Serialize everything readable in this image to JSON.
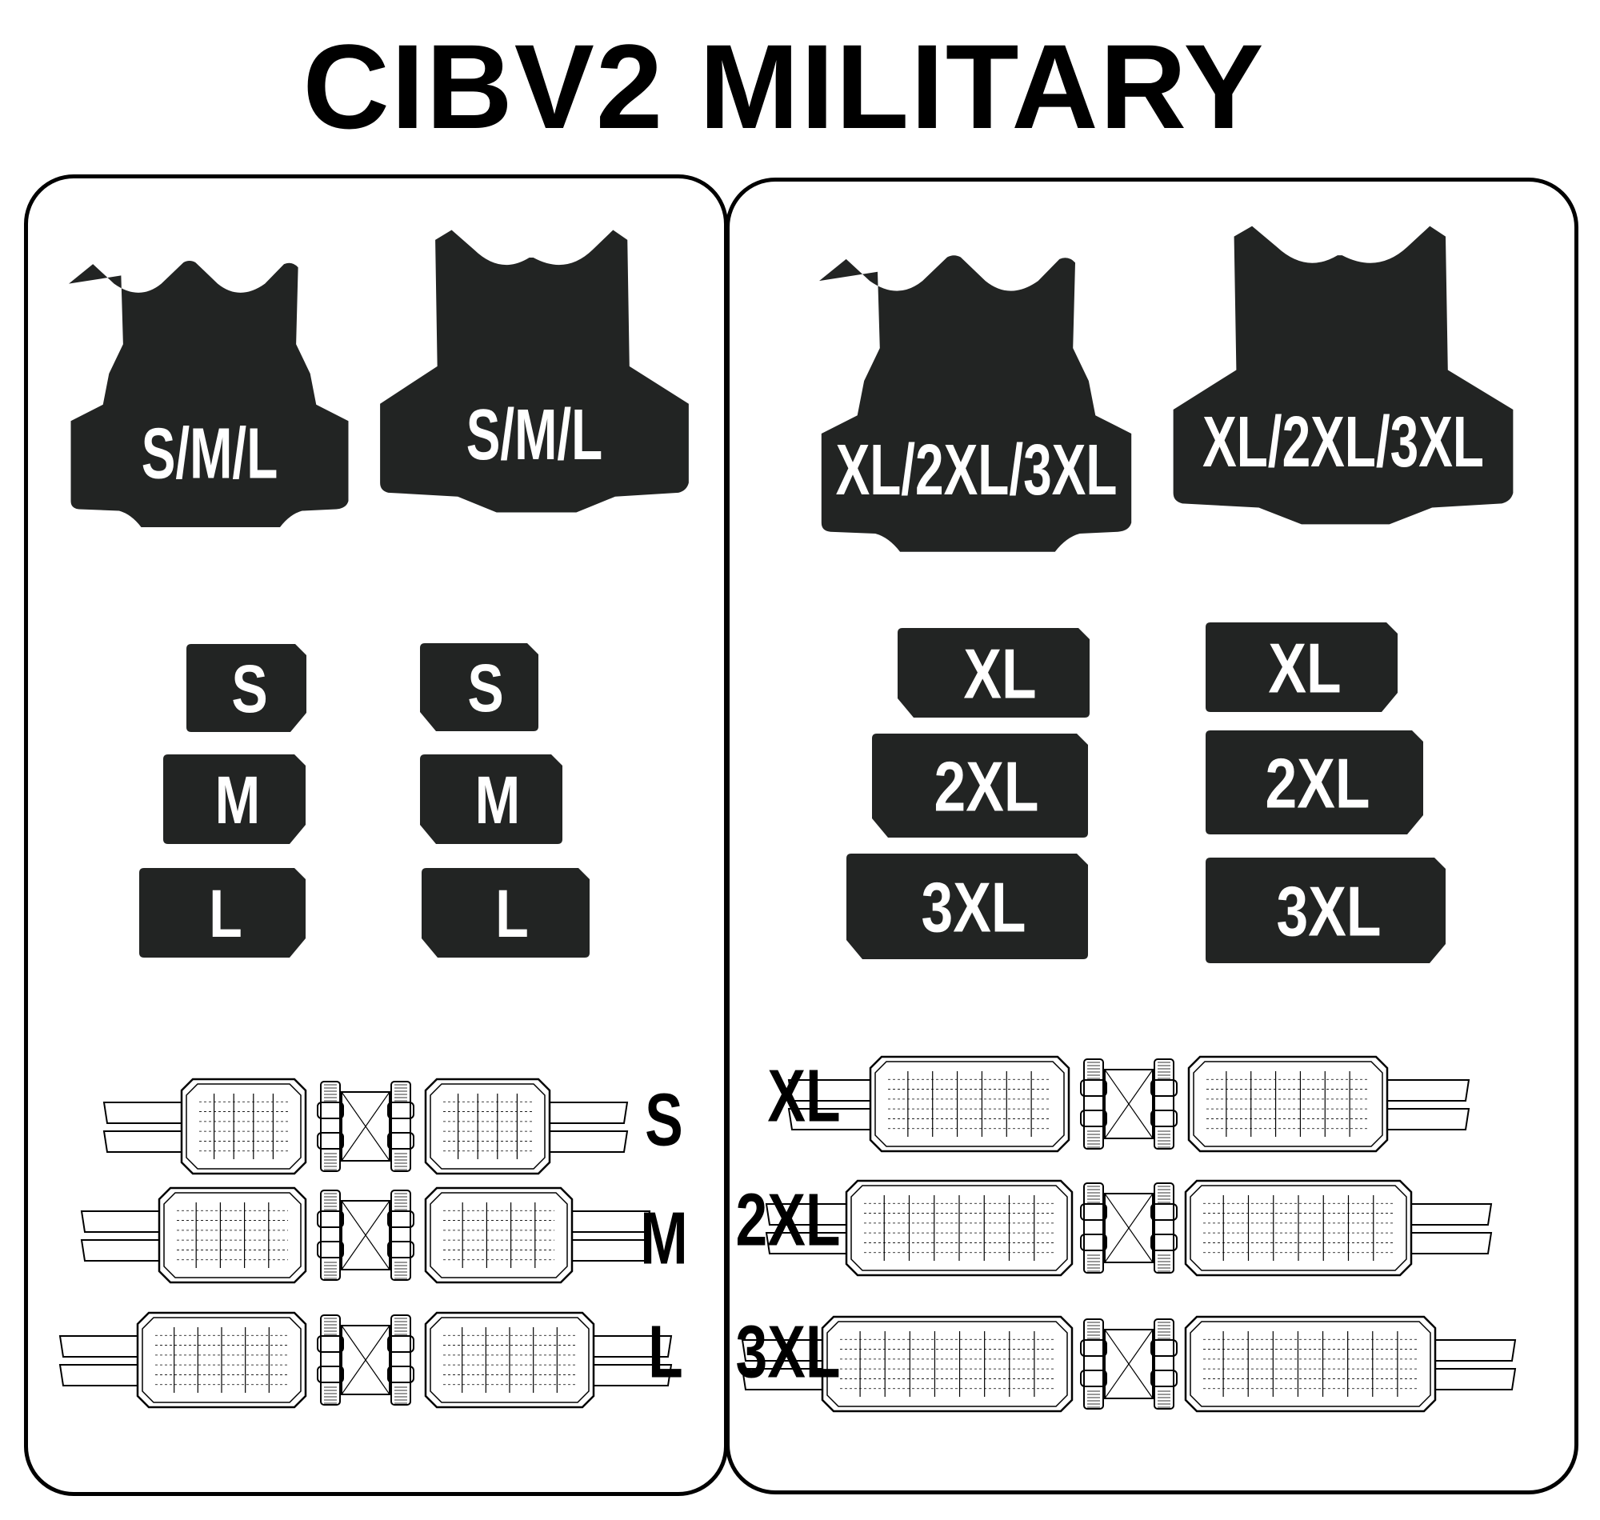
{
  "title": "CIBV2 MILITARY",
  "colors": {
    "plate": "#222423",
    "outline": "#000000",
    "text_on_plate": "#ffffff",
    "background": "#ffffff"
  },
  "left_group": {
    "front_plate_label": "S/M/L",
    "back_plate_label": "S/M/L",
    "side_plates_a": [
      "S",
      "M",
      "L"
    ],
    "side_plates_b": [
      "S",
      "M",
      "L"
    ],
    "cummerbunds": [
      "S",
      "M",
      "L"
    ]
  },
  "right_group": {
    "front_plate_label": "XL/2XL/3XL",
    "back_plate_label": "XL/2XL/3XL",
    "side_plates_a": [
      "XL",
      "2XL",
      "3XL"
    ],
    "side_plates_b": [
      "XL",
      "2XL",
      "3XL"
    ],
    "cummerbunds": [
      "XL",
      "2XL",
      "3XL"
    ]
  }
}
